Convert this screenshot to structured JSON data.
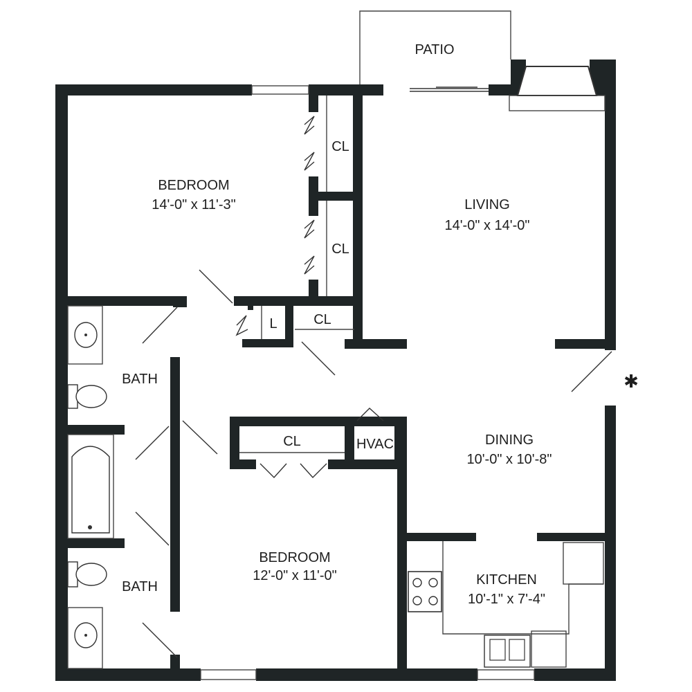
{
  "rooms": {
    "patio": {
      "name": "PATIO"
    },
    "bedroom1": {
      "name": "BEDROOM",
      "size": "14'-0\" x 11'-3\""
    },
    "closet1": {
      "name": "CL"
    },
    "closet2": {
      "name": "CL"
    },
    "living": {
      "name": "LIVING",
      "size": "14'-0\" x 14'-0\""
    },
    "linen": {
      "name": "L"
    },
    "closet3": {
      "name": "CL"
    },
    "bath1": {
      "name": "BATH"
    },
    "closet4": {
      "name": "CL"
    },
    "hvac": {
      "name": "HVAC"
    },
    "dining": {
      "name": "DINING",
      "size": "10'-0\" x 10'-8\""
    },
    "bedroom2": {
      "name": "BEDROOM",
      "size": "12'-0\" x 11'-0\""
    },
    "kitchen": {
      "name": "KITCHEN",
      "size": "10'-1\" x 7'-4\""
    },
    "bath2": {
      "name": "BATH"
    }
  },
  "colors": {
    "wall": "#1f2526",
    "background": "#ffffff"
  },
  "icons": [
    "entry-star-icon",
    "sink-icon",
    "toilet-icon",
    "bathtub-icon",
    "stove-icon",
    "kitchen-sink-icon",
    "fireplace-icon"
  ]
}
